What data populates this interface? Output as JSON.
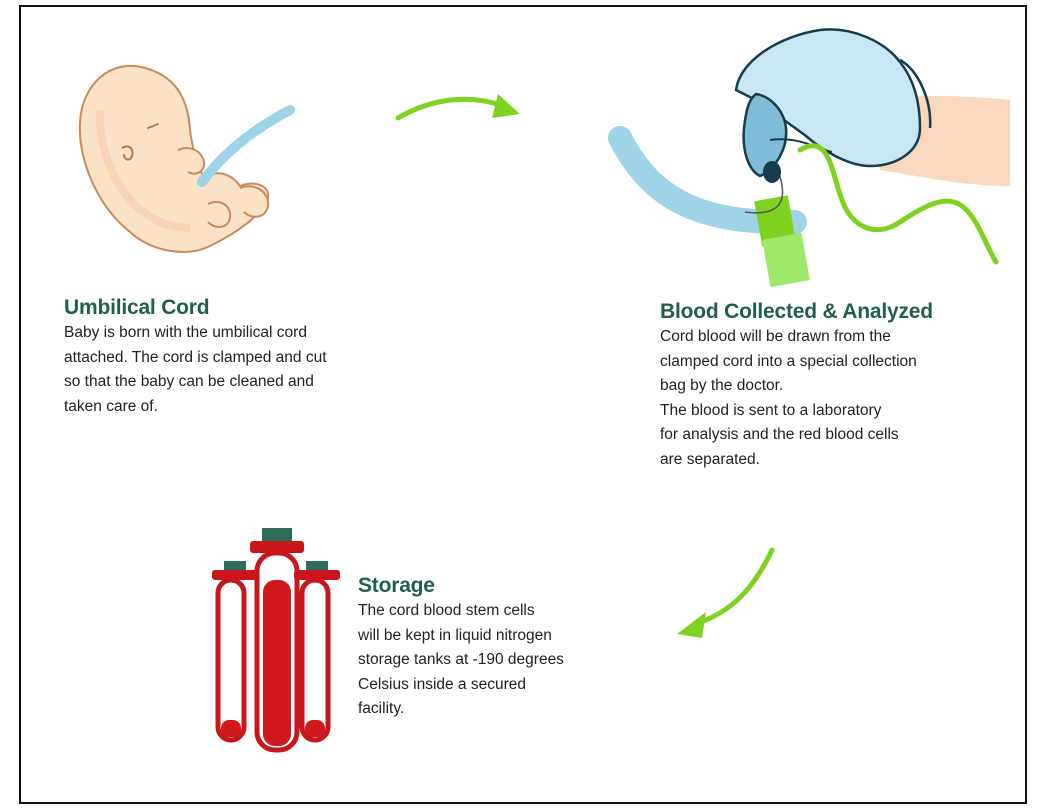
{
  "steps": [
    {
      "title": "Umbilical Cord",
      "lines": [
        "Baby is born with the umbilical cord",
        "attached. The cord is clamped and cut",
        "so that the baby can be cleaned and",
        "taken care of."
      ],
      "icon": "fetus-icon"
    },
    {
      "title": "Blood Collected & Analyzed",
      "lines": [
        "Cord blood will be drawn from the",
        "clamped cord into a special collection",
        "bag by the doctor.",
        "The blood is sent to a laboratory",
        "for analysis and the red blood cells",
        "are separated."
      ],
      "icon": "gloved-hand-syringe-icon"
    },
    {
      "title": "Storage",
      "lines": [
        "The cord blood stem cells",
        "will be kept in liquid nitrogen",
        "storage tanks at -190 degrees",
        "Celsius inside a secured",
        "facility."
      ],
      "icon": "test-tubes-icon"
    }
  ],
  "colors": {
    "heading": "#1f5f4f",
    "arrow": "#7ed321",
    "cord": "#9fd3e8",
    "blood": "#d0191b",
    "tube_cap": "#2e6b5a"
  },
  "arrows": [
    "curved-arrow-right-icon",
    "curved-arrow-down-left-icon"
  ]
}
